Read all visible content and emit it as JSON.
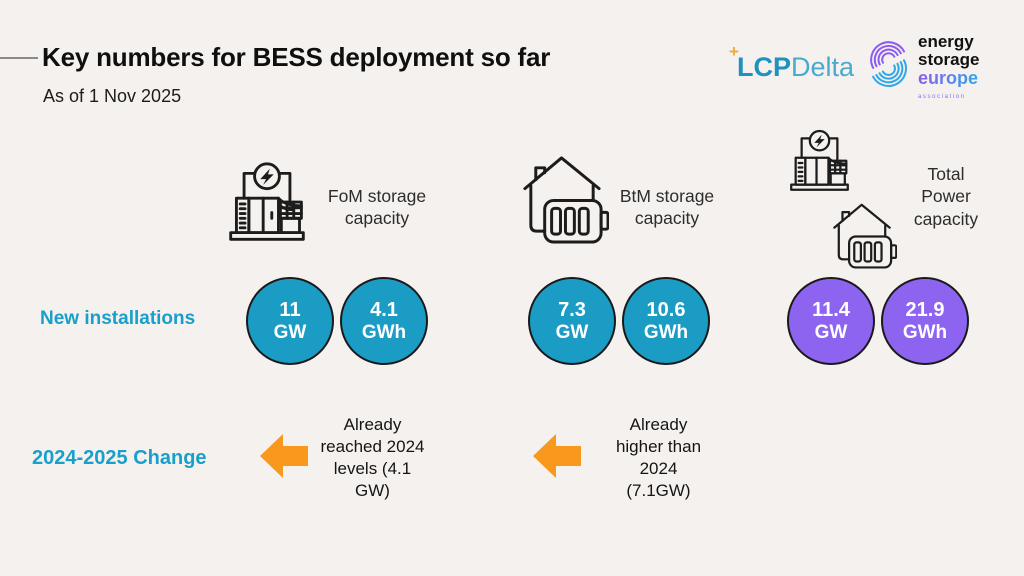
{
  "header": {
    "title": "Key numbers for BESS deployment so far",
    "subtitle": "As of 1 Nov 2025"
  },
  "logos": {
    "lcp_delta": {
      "plus": "+",
      "lcp": "LCP",
      "delta": "Delta"
    },
    "energy_storage_europe": {
      "line1": "energy",
      "line2": "storage",
      "line3": "europe",
      "line4": "association"
    }
  },
  "columns": [
    {
      "label": "FoM storage capacity",
      "icon": "fom-grid-storage-icon"
    },
    {
      "label": "BtM storage capacity",
      "icon": "btm-home-battery-icon"
    },
    {
      "label": "Total Power capacity",
      "icon": "combined-storage-icon"
    }
  ],
  "rows": {
    "new_installations": {
      "label": "New installations",
      "stats": [
        {
          "value": "11",
          "unit": "GW",
          "color": "#1b9cc5",
          "column": "FoM"
        },
        {
          "value": "4.1",
          "unit": "GWh",
          "color": "#1b9cc5",
          "column": "FoM"
        },
        {
          "value": "7.3",
          "unit": "GW",
          "color": "#1b9cc5",
          "column": "BtM"
        },
        {
          "value": "10.6",
          "unit": "GWh",
          "color": "#1b9cc5",
          "column": "BtM"
        },
        {
          "value": "11.4",
          "unit": "GW",
          "color": "#8d64f0",
          "column": "Total"
        },
        {
          "value": "21.9",
          "unit": "GWh",
          "color": "#8d64f0",
          "column": "Total"
        }
      ]
    },
    "change": {
      "label": "2024-2025 Change",
      "notes": [
        "Already reached 2024 levels (4.1 GW)",
        "Already higher than 2024 (7.1GW)"
      ]
    }
  },
  "colors": {
    "background": "#f4f1ee",
    "teal_circle": "#1b9cc5",
    "purple_circle": "#8d64f0",
    "orange_arrow": "#f8981d",
    "teal_label": "#189fcc"
  }
}
